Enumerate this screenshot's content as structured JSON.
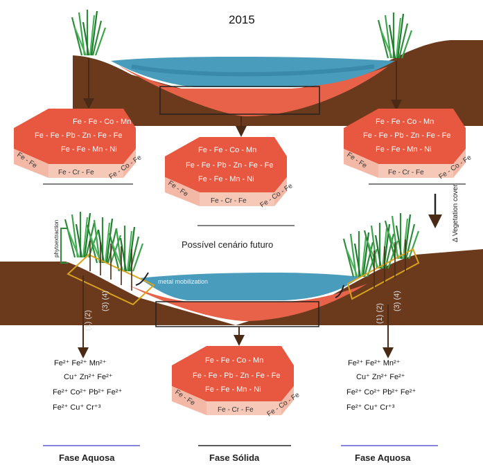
{
  "year": "2015",
  "hex_mineral": {
    "line1": "Fe - Fe - Co - Mn",
    "line2": "Fe - Fe - Pb - Zn - Fe - Fe",
    "line3": "Fe - Fe - Mn - Ni",
    "side_left": "Fe - Fe",
    "bottom": "Fe - Cr - Fe",
    "side_right": "Fe - Co - Fe"
  },
  "future_label": "Possível cenário futuro",
  "vegetation_label": "Δ Vegetation cover",
  "phytoextraction_label": "phytoextraction",
  "metal_mobilization_label": "metal mobilization",
  "process_labels": {
    "left": "(1) (2)",
    "right": "(3) (4)"
  },
  "aqueous_ions": {
    "row1": "Fe²⁺  Fe²⁺  Mn²⁺",
    "row2": "Cu⁺  Zn²⁺  Fe²⁺",
    "row3": "Fe²⁺  Co²⁺  Pb²⁺  Fe²⁺",
    "row4": "Fe²⁺  Cu⁺  Cr⁺³"
  },
  "captions": {
    "left": "Fase Aquosa",
    "center": "Fase Sólida",
    "right": "Fase Aquosa"
  },
  "colors": {
    "soil": "#6b3a1d",
    "sediment": "#e8624a",
    "water": "#3f8fb0",
    "grass": "#2e8b3a",
    "hex_face": "#e8573f",
    "hex_side": "#f3b9a6"
  }
}
